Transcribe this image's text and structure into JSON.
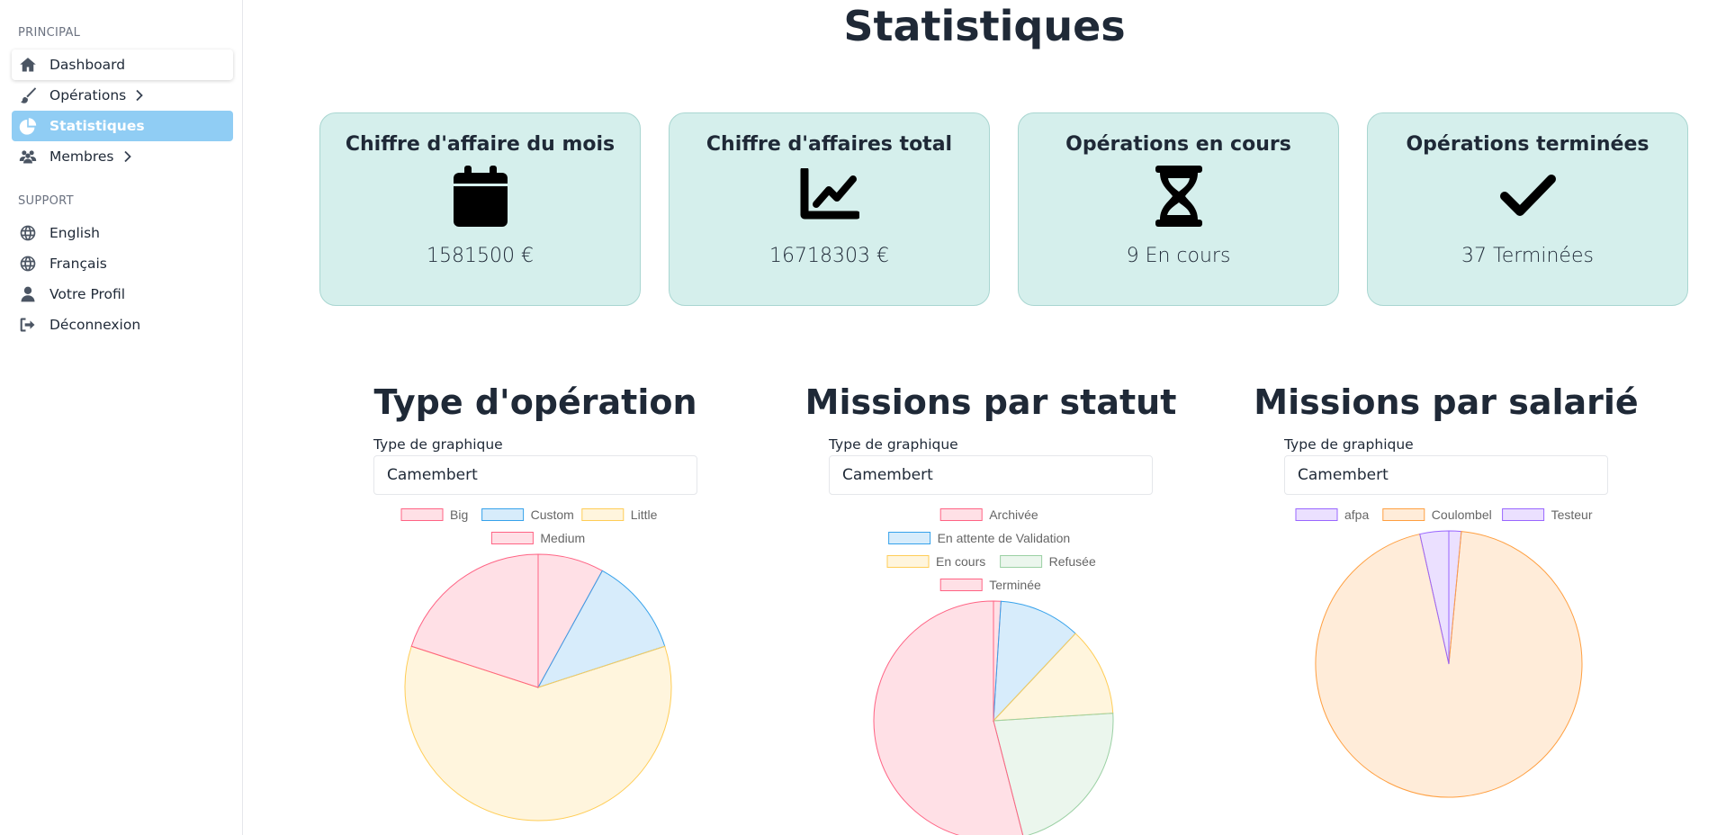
{
  "sidebar": {
    "principal_label": "PRINCIPAL",
    "support_label": "SUPPORT",
    "items": [
      {
        "label": "Dashboard",
        "icon": "home-icon"
      },
      {
        "label": "Opérations",
        "icon": "brush-icon"
      },
      {
        "label": "Statistiques",
        "icon": "pie-chart-icon"
      },
      {
        "label": "Membres",
        "icon": "users-icon"
      }
    ],
    "support_items": [
      {
        "label": "English",
        "icon": "globe-icon"
      },
      {
        "label": "Français",
        "icon": "globe-icon"
      },
      {
        "label": "Votre Profil",
        "icon": "user-icon"
      },
      {
        "label": "Déconnexion",
        "icon": "logout-icon"
      }
    ],
    "active_color": "#90cdf4"
  },
  "page_title": "Statistiques",
  "stats": [
    {
      "title": "Chiffre d'affaire du mois",
      "icon": "calendar-icon",
      "value": "1581500 €"
    },
    {
      "title": "Chiffre d'affaires total",
      "icon": "line-chart-icon",
      "value": "16718303 €"
    },
    {
      "title": "Opérations en cours",
      "icon": "hourglass-icon",
      "value": "9 En cours"
    },
    {
      "title": "Opérations terminées",
      "icon": "check-icon",
      "value": "37 Terminées"
    }
  ],
  "card_color": "#d5efec",
  "charts": [
    {
      "title": "Type d'opération",
      "select_label": "Type de graphique",
      "select_value": "Camembert"
    },
    {
      "title": "Missions par statut",
      "select_label": "Type de graphique",
      "select_value": "Camembert"
    },
    {
      "title": "Missions par salarié",
      "select_label": "Type de graphique",
      "select_value": "Camembert"
    }
  ],
  "chart_data": [
    {
      "type": "pie",
      "categories": [
        "Big",
        "Custom",
        "Little",
        "Medium"
      ],
      "values": [
        8,
        12,
        60,
        20
      ],
      "colors": [
        "#ff6384",
        "#36a2eb",
        "#ffcd56",
        "#ff6384"
      ]
    },
    {
      "type": "pie",
      "categories": [
        "Archivée",
        "En attente de Validation",
        "En cours",
        "Refusée",
        "Terminée"
      ],
      "values": [
        1,
        11,
        12,
        22,
        54
      ],
      "colors": [
        "#ff6384",
        "#36a2eb",
        "#ffcd56",
        "#9ad0a3",
        "#ff6384"
      ]
    },
    {
      "type": "pie",
      "categories": [
        "afpa",
        "Coulombel",
        "Testeur"
      ],
      "values": [
        1.5,
        95,
        3.5
      ],
      "colors": [
        "#9966ff",
        "#ff9f40",
        "#9966ff"
      ]
    }
  ]
}
